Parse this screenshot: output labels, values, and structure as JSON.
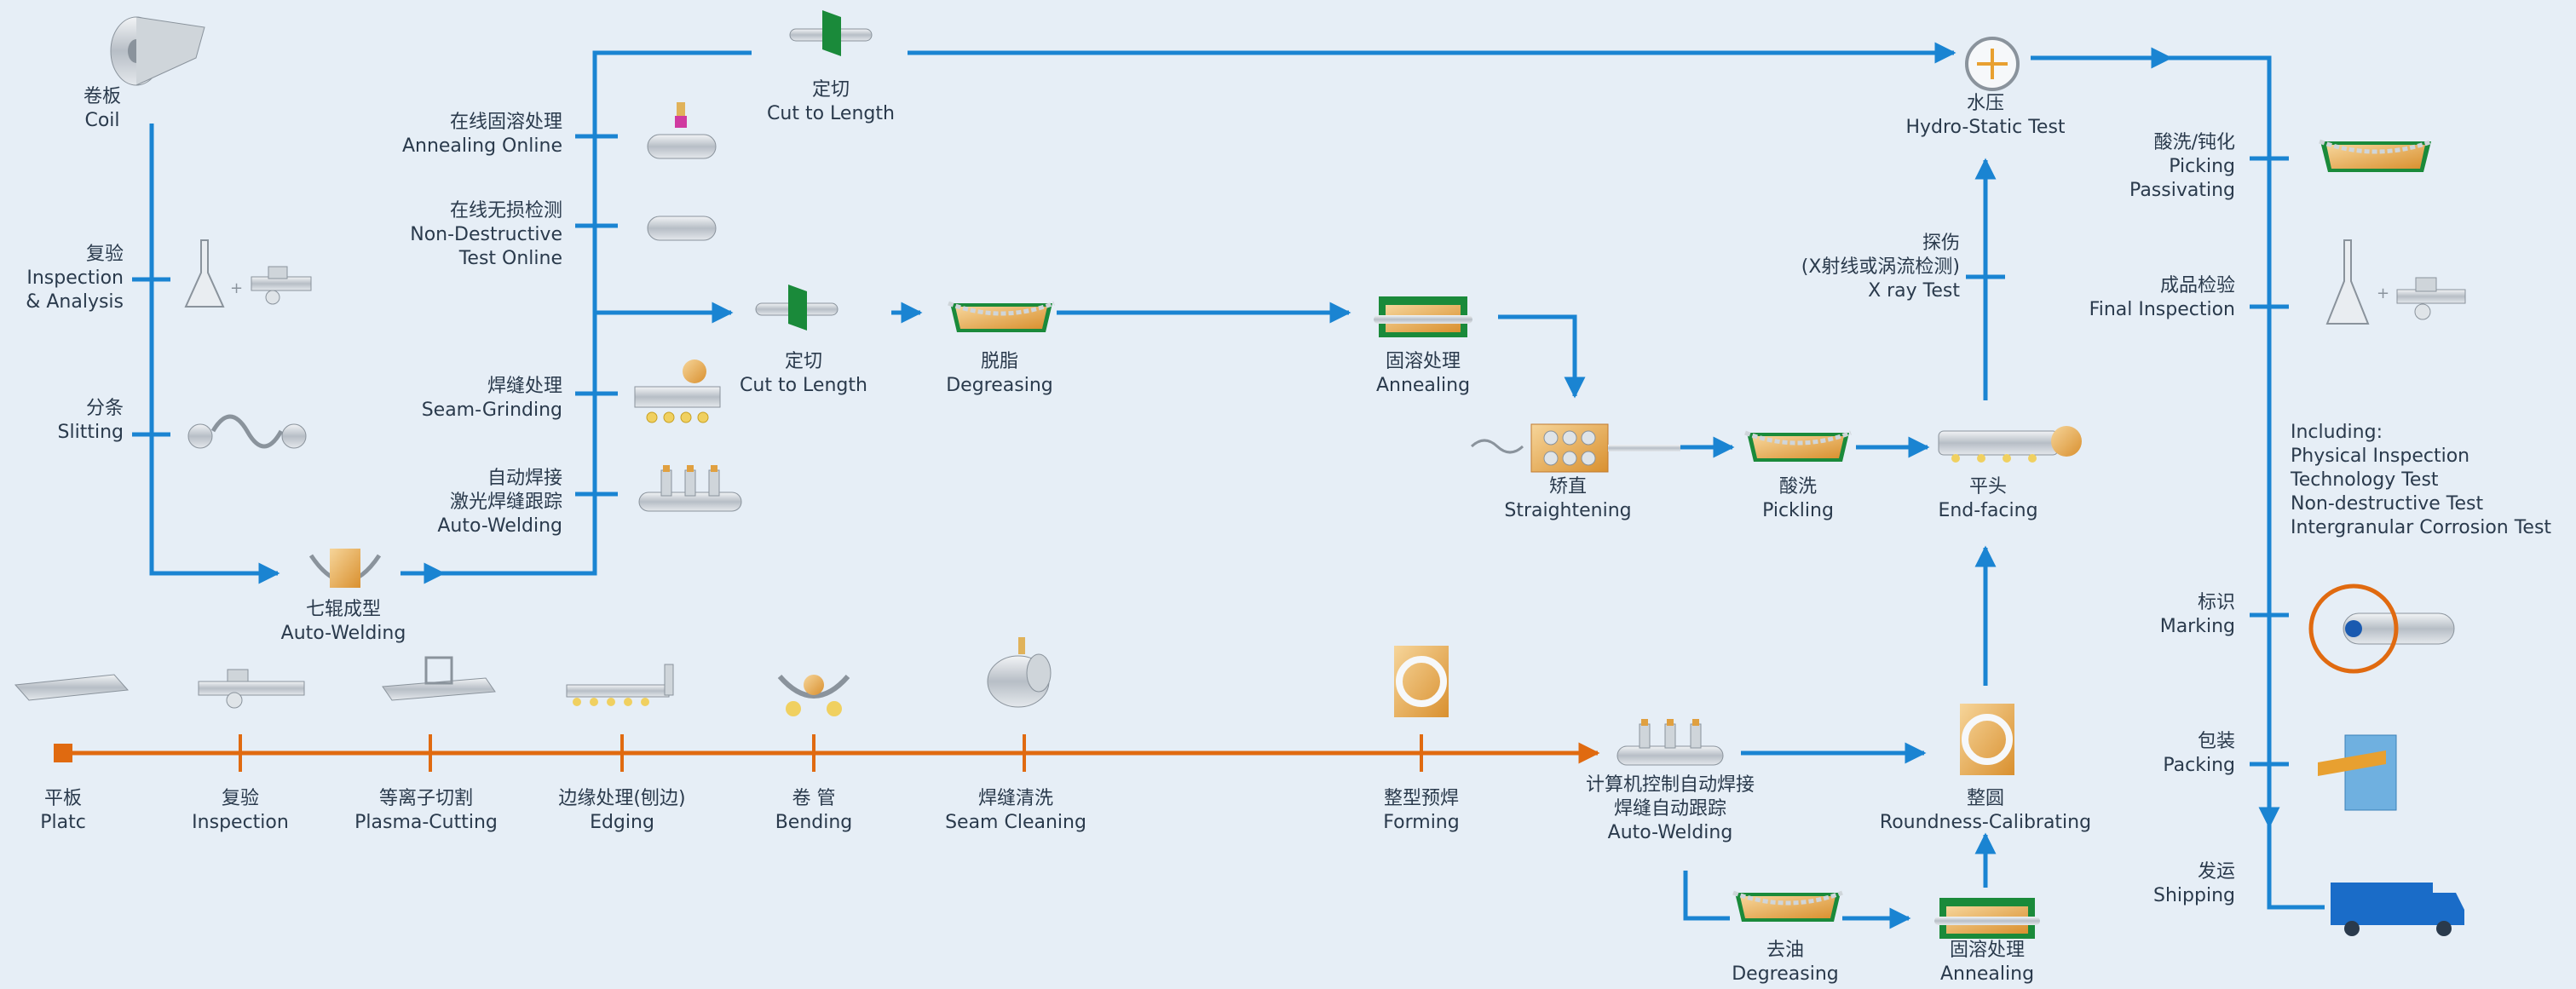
{
  "colors": {
    "blue_flow": "#1a84d2",
    "orange_flow": "#e06a10",
    "text": "#2a3a4c",
    "background": "#e6eef6"
  },
  "labels": {
    "coil": {
      "zh": "卷板",
      "en": "Coil"
    },
    "inspection_analysis": {
      "zh": "复验",
      "en1": "Inspection",
      "en2": "& Analysis"
    },
    "slitting": {
      "zh": "分条",
      "en": "Slitting"
    },
    "roll_forming": {
      "zh": "七辊成型",
      "en": "Auto-Welding"
    },
    "annealing_online": {
      "zh": "在线固溶处理",
      "en": "Annealing Online"
    },
    "ndt_online": {
      "zh": "在线无损检测",
      "en1": "Non-Destructive",
      "en2": "Test Online"
    },
    "seam_grinding": {
      "zh": "焊缝处理",
      "en": "Seam-Grinding"
    },
    "auto_welding_laser": {
      "zh1": "自动焊接",
      "zh2": "激光焊缝跟踪",
      "en": "Auto-Welding"
    },
    "cut_top": {
      "zh": "定切",
      "en": "Cut to Length"
    },
    "cut_mid": {
      "zh": "定切",
      "en": "Cut to Length"
    },
    "degreasing_mid": {
      "zh": "脱脂",
      "en": "Degreasing"
    },
    "annealing_mid": {
      "zh": "固溶处理",
      "en": "Annealing"
    },
    "straightening": {
      "zh": "矫直",
      "en": "Straightening"
    },
    "pickling": {
      "zh": "酸洗",
      "en": "Pickling"
    },
    "end_facing": {
      "zh": "平头",
      "en": "End-facing"
    },
    "xray": {
      "zh1": "探伤",
      "zh2": "(X射线或涡流检测)",
      "en": "X ray Test"
    },
    "hydro": {
      "zh": "水压",
      "en": "Hydro-Static Test"
    },
    "pick_passivate": {
      "zh": "酸洗/钝化",
      "en1": "Picking",
      "en2": "Passivating"
    },
    "final_inspection": {
      "zh": "成品检验",
      "en": "Final Inspection"
    },
    "including": {
      "l1": "Including:",
      "l2": "Physical Inspection",
      "l3": "Technology Test",
      "l4": "Non-destructive Test",
      "l5": "Intergranular Corrosion Test"
    },
    "marking": {
      "zh": "标识",
      "en": "Marking"
    },
    "packing": {
      "zh": "包装",
      "en": "Packing"
    },
    "shipping": {
      "zh": "发运",
      "en": "Shipping"
    },
    "plate": {
      "zh": "平板",
      "en": "Platc"
    },
    "inspection_bottom": {
      "zh": "复验",
      "en": "Inspection"
    },
    "plasma": {
      "zh": "等离子切割",
      "en": "Plasma-Cutting"
    },
    "edging": {
      "zh": "边缘处理(刨边)",
      "en": "Edging"
    },
    "bending": {
      "zh": "卷 管",
      "en": "Bending"
    },
    "seam_cleaning": {
      "zh": "焊缝清洗",
      "en": "Seam  Cleaning"
    },
    "forming": {
      "zh": "整型预焊",
      "en": "Forming"
    },
    "cnc_welding": {
      "zh1": "计算机控制自动焊接",
      "zh2": "焊缝自动跟踪",
      "en": "Auto-Welding"
    },
    "roundness": {
      "zh": "整圆",
      "en": "Roundness-Calibrating"
    },
    "degreasing_bottom": {
      "zh": "去油",
      "en": "Degreasing"
    },
    "annealing_bottom": {
      "zh": "固溶处理",
      "en": "Annealing"
    }
  },
  "icons": [
    "coil-icon",
    "flask-icon",
    "gauge-icon",
    "slitter-icon",
    "roll-former-icon",
    "torch-pipe-icon",
    "pipe-icon",
    "grinder-icon",
    "welder-icon",
    "saw-icon",
    "tank-icon",
    "furnace-icon",
    "straightener-icon",
    "end-facer-icon",
    "hydro-gauge-icon",
    "marking-pipe-icon",
    "package-icon",
    "truck-icon",
    "plate-icon",
    "plasma-table-icon",
    "edger-icon",
    "bender-icon",
    "cleaner-pipe-icon",
    "ring-icon"
  ]
}
